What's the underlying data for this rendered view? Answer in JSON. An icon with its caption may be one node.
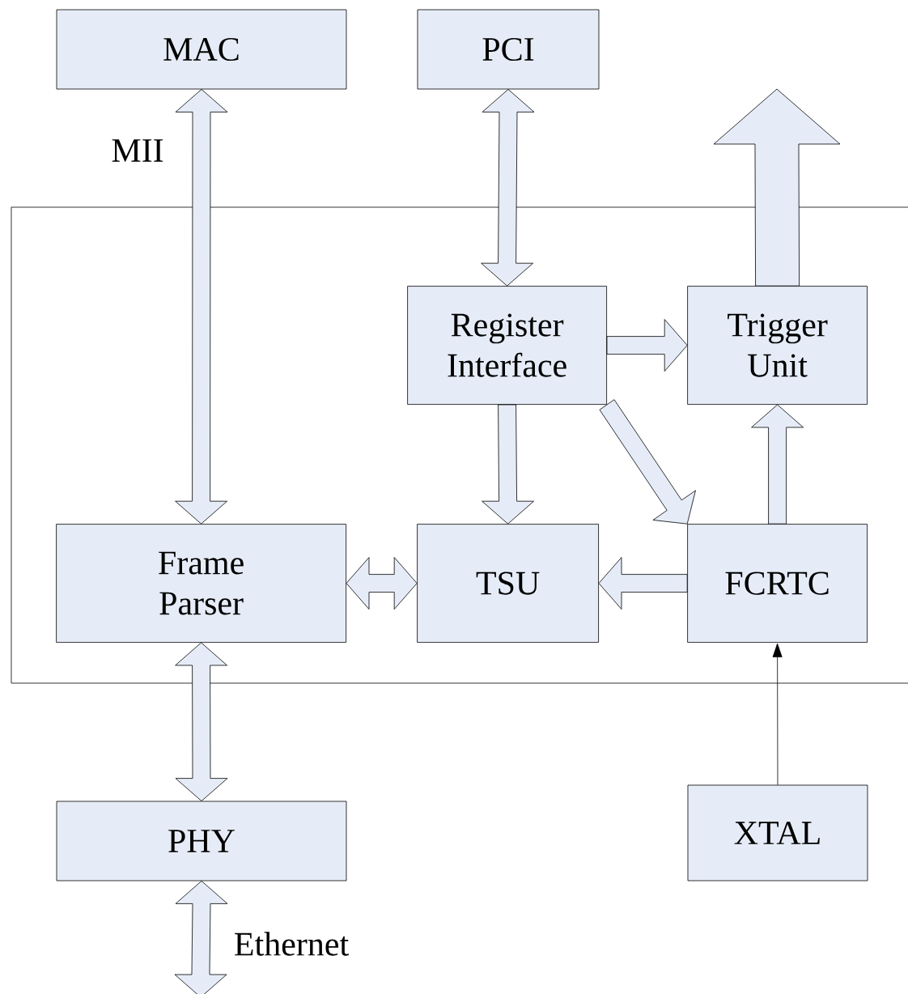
{
  "diagram": {
    "nodes": [
      {
        "text": [
          "MAC"
        ]
      },
      {
        "text": [
          "PCI"
        ]
      },
      {
        "text": [],
        "shape": "box"
      },
      {
        "text": [
          "Register Interface"
        ],
        "in": 2
      },
      {
        "text": [
          "Trigger Unit"
        ],
        "in": 2
      },
      {
        "text": [
          "Frame Parser"
        ],
        "in": 2
      },
      {
        "text": [
          "TSU"
        ],
        "in": 2
      },
      {
        "text": [
          "FCRTC"
        ],
        "in": 2
      },
      {
        "text": [
          "PHY"
        ]
      },
      {
        "text": [
          "XTAL"
        ]
      }
    ],
    "edges": [
      {
        "from": 0,
        "to": 5,
        "arrow": "both",
        "label": "MII",
        "style": "thick"
      },
      {
        "from": 1,
        "to": 3,
        "arrow": "both",
        "style": "thick"
      },
      {
        "from": 3,
        "to": 4,
        "arrow": "to",
        "style": "thick"
      },
      {
        "from": 3,
        "to": 6,
        "arrow": "to",
        "style": "thick"
      },
      {
        "from": 3,
        "to": 7,
        "arrow": "to",
        "style": "thick"
      },
      {
        "from": 7,
        "to": 4,
        "arrow": "to",
        "style": "thick"
      },
      {
        "from": 5,
        "to": 6,
        "arrow": "both",
        "style": "thick"
      },
      {
        "from": 7,
        "to": 6,
        "arrow": "to",
        "style": "thick"
      },
      {
        "from": 5,
        "to": 8,
        "arrow": "both",
        "style": "thick"
      },
      {
        "from": 8,
        "to": null,
        "arrow": "both",
        "label": "Ethernet",
        "style": "thick"
      },
      {
        "from": 9,
        "to": 7,
        "arrow": "to"
      },
      {
        "from": 4,
        "to": null,
        "arrow": "to",
        "style": "thick"
      }
    ]
  }
}
